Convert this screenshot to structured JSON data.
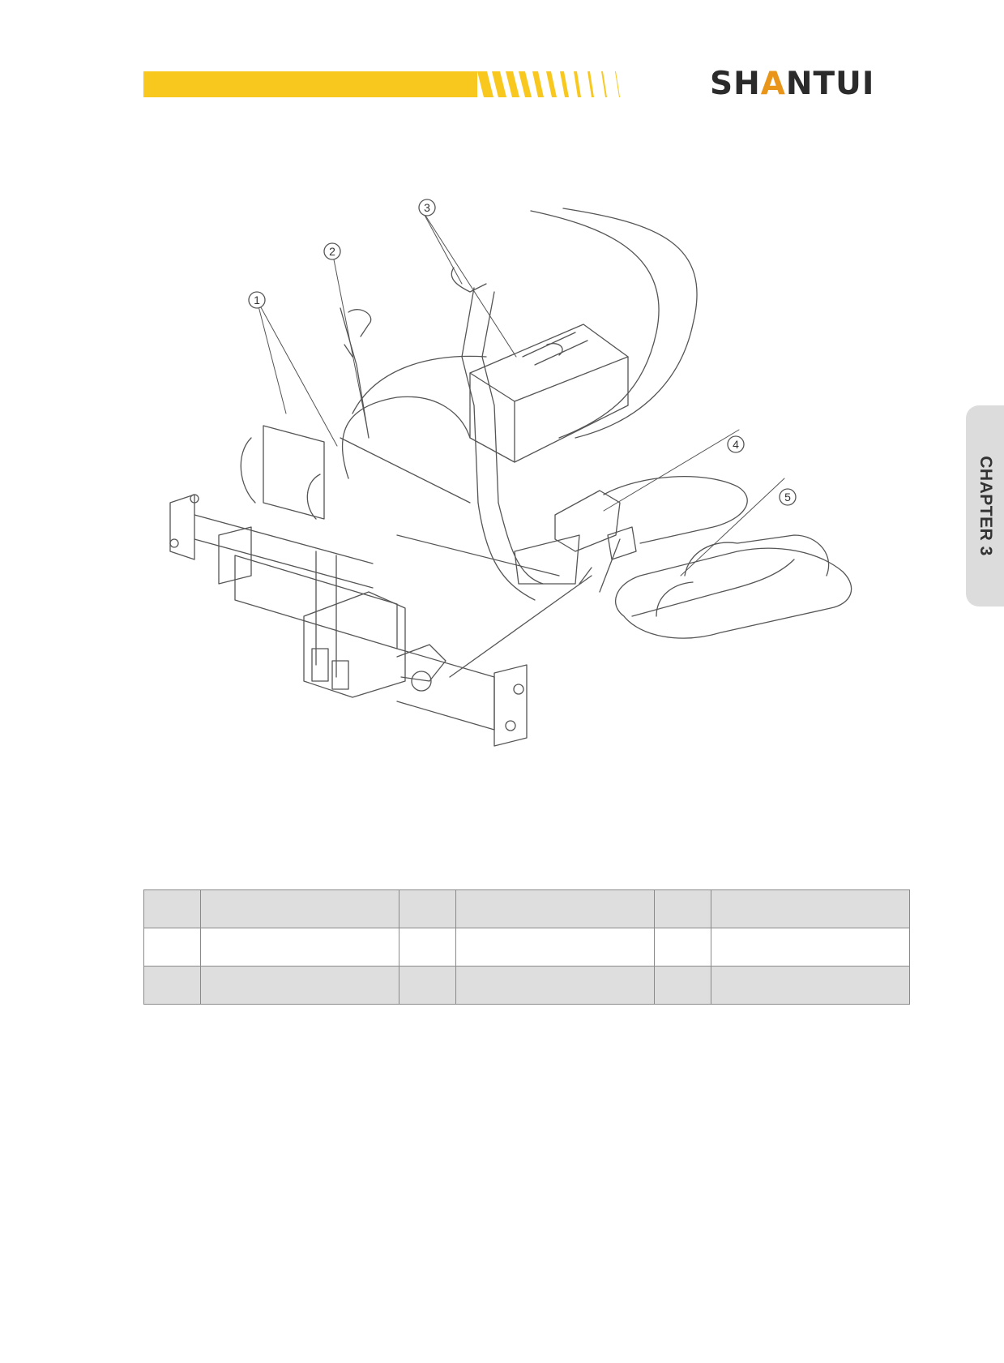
{
  "header": {
    "brand_prefix": "SH",
    "brand_accent": "A",
    "brand_suffix": "NTUI",
    "bar_color": "#f9c81e",
    "accent_color": "#e8951a"
  },
  "side_tab": {
    "label": "CHAPTER 3"
  },
  "figure": {
    "callouts": [
      "1",
      "2",
      "3",
      "4",
      "5"
    ]
  },
  "parts_table": {
    "rows": [
      [
        "",
        "",
        "",
        "",
        "",
        ""
      ],
      [
        "",
        "",
        "",
        "",
        "",
        ""
      ],
      [
        "",
        "",
        "",
        "",
        "",
        ""
      ]
    ]
  }
}
